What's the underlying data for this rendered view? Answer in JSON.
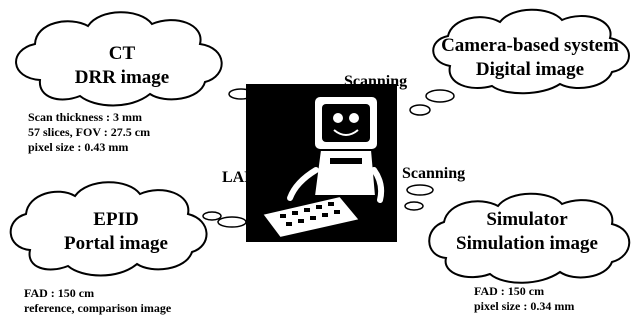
{
  "nodes": {
    "ct": {
      "line1": "CT",
      "line2": "DRR image"
    },
    "camera": {
      "line1": "Camera-based system",
      "line2": "Digital image"
    },
    "epid": {
      "line1": "EPID",
      "line2": "Portal image"
    },
    "simulator": {
      "line1": "Simulator",
      "line2": "Simulation image"
    }
  },
  "notes": {
    "ct": [
      "Scan thickness : 3 mm",
      "57 slices, FOV : 27.5 cm",
      "pixel size : 0.43 mm"
    ],
    "epid": [
      "FAD : 150 cm",
      "reference, comparison image"
    ],
    "simulator": [
      "FAD : 150 cm",
      "pixel size : 0.34 mm"
    ]
  },
  "connections": {
    "camera": "Scanning",
    "simulator": "Scanning",
    "lan": "LAN"
  },
  "colors": {
    "stroke": "#000000",
    "fill": "#ffffff",
    "picture_bg": "#000000"
  }
}
